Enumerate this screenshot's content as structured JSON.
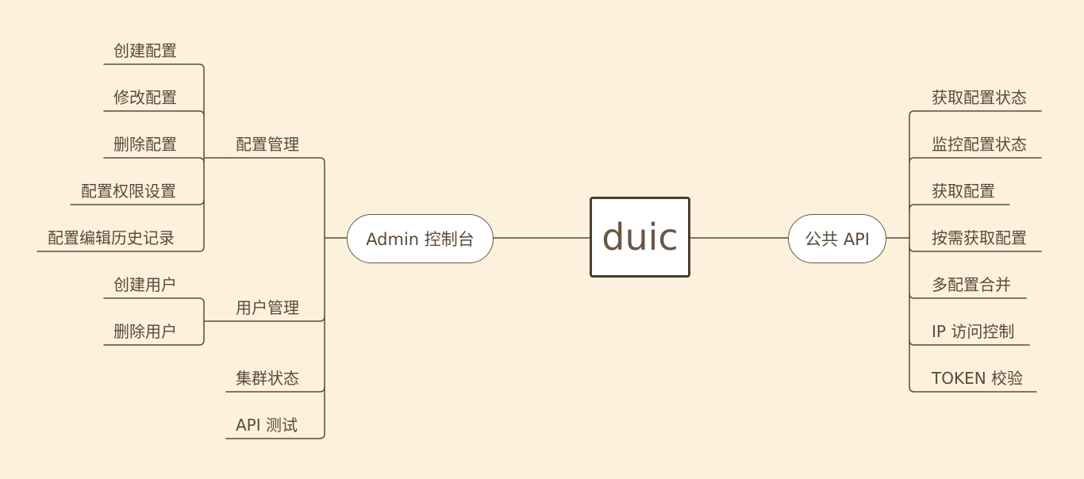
{
  "root": {
    "label": "duic"
  },
  "left": {
    "label": "Admin 控制台",
    "groups": [
      {
        "label": "配置管理",
        "children": [
          "创建配置",
          "修改配置",
          "删除配置",
          "配置权限设置",
          "配置编辑历史记录"
        ]
      },
      {
        "label": "用户管理",
        "children": [
          "创建用户",
          "删除用户"
        ]
      },
      {
        "label": "集群状态",
        "children": []
      },
      {
        "label": "API 测试",
        "children": []
      }
    ]
  },
  "right": {
    "label": "公共 API",
    "children": [
      "获取配置状态",
      "监控配置状态",
      "获取配置",
      "按需获取配置",
      "多配置合并",
      "IP 访问控制",
      "TOKEN 校验"
    ]
  },
  "colors": {
    "background": "#fbf1dc",
    "line": "#5b4a3a",
    "text": "#5b4a3a"
  }
}
